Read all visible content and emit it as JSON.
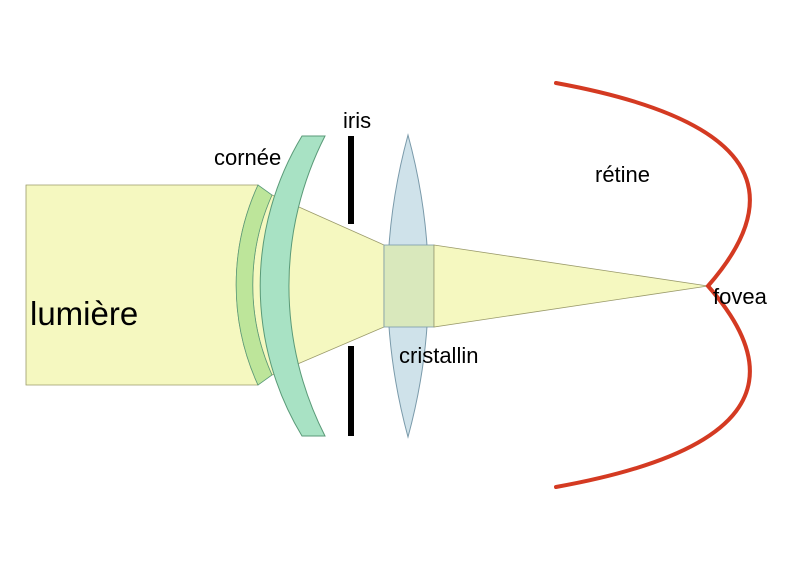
{
  "labels": {
    "light": "lumière",
    "cornea": "cornée",
    "iris": "iris",
    "lens": "cristallin",
    "retina": "rétine",
    "fovea": "fovea"
  },
  "colors": {
    "light_beam": "#f5f8c0",
    "light_beam_stroke": "#9a9a6a",
    "cornea_fill": "#a8e2c4",
    "cornea_stroke": "#5a9a78",
    "cornea_overlap": "#bde59a",
    "lens_fill": "#cfe2ea",
    "lens_stroke": "#7a9aaa",
    "lens_overlap": "#d9e8bc",
    "iris": "#000000",
    "retina": "#d43a22"
  }
}
